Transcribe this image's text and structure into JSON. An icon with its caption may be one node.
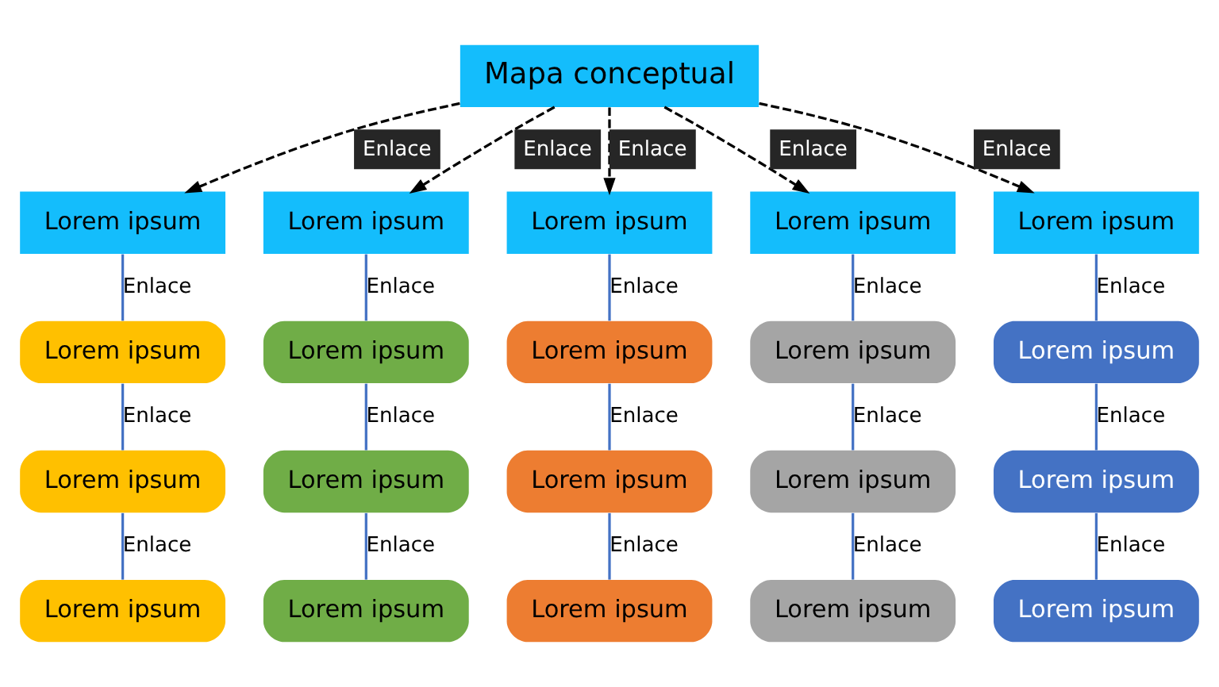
{
  "diagram": {
    "nodes": [
      {
        "text": [
          "Mapa conceptual"
        ]
      },
      {
        "text": [
          "Lorem ipsum"
        ]
      },
      {
        "text": [
          "Lorem ipsum"
        ]
      },
      {
        "text": [
          "Lorem ipsum"
        ]
      },
      {
        "text": [
          "Lorem ipsum"
        ]
      },
      {
        "text": [
          "Lorem ipsum"
        ]
      },
      {
        "text": [
          "Lorem ipsum"
        ]
      },
      {
        "text": [
          "Lorem ipsum"
        ]
      },
      {
        "text": [
          "Lorem ipsum"
        ]
      },
      {
        "text": [
          "Lorem ipsum"
        ]
      },
      {
        "text": [
          "Lorem ipsum"
        ]
      },
      {
        "text": [
          "Lorem ipsum"
        ]
      },
      {
        "text": [
          "Lorem ipsum"
        ]
      },
      {
        "text": [
          "Lorem ipsum"
        ]
      },
      {
        "text": [
          "Lorem ipsum"
        ]
      },
      {
        "text": [
          "Lorem ipsum"
        ]
      },
      {
        "text": [
          "Lorem ipsum"
        ]
      },
      {
        "text": [
          "Lorem ipsum"
        ]
      },
      {
        "text": [
          "Lorem ipsum"
        ]
      },
      {
        "text": [
          "Lorem ipsum"
        ]
      },
      {
        "text": [
          "Lorem ipsum"
        ]
      }
    ],
    "edges": [
      {
        "from": 0,
        "to": 1,
        "arrow": "to",
        "label": "Enlace",
        "style": "dashed",
        "color": "#000000"
      },
      {
        "from": 0,
        "to": 5,
        "arrow": "to",
        "label": "Enlace",
        "style": "dashed",
        "color": "#000000"
      },
      {
        "from": 0,
        "to": 9,
        "arrow": "to",
        "label": "Enlace",
        "style": "dashed",
        "color": "#000000"
      },
      {
        "from": 0,
        "to": 13,
        "arrow": "to",
        "label": "Enlace",
        "style": "dashed",
        "color": "#000000"
      },
      {
        "from": 0,
        "to": 17,
        "arrow": "to",
        "label": "Enlace",
        "style": "dashed",
        "color": "#000000"
      },
      {
        "from": 1,
        "to": 2,
        "arrow": "none",
        "label": "Enlace"
      },
      {
        "from": 2,
        "to": 3,
        "arrow": "none",
        "label": "Enlace"
      },
      {
        "from": 3,
        "to": 4,
        "arrow": "none",
        "label": "Enlace"
      },
      {
        "from": 5,
        "to": 6,
        "arrow": "none",
        "label": "Enlace"
      },
      {
        "from": 6,
        "to": 7,
        "arrow": "none",
        "label": "Enlace"
      },
      {
        "from": 7,
        "to": 8,
        "arrow": "none",
        "label": "Enlace"
      },
      {
        "from": 9,
        "to": 10,
        "arrow": "none",
        "label": "Enlace"
      },
      {
        "from": 10,
        "to": 11,
        "arrow": "none",
        "label": "Enlace"
      },
      {
        "from": 11,
        "to": 12,
        "arrow": "none",
        "label": "Enlace"
      },
      {
        "from": 13,
        "to": 14,
        "arrow": "none",
        "label": "Enlace"
      },
      {
        "from": 14,
        "to": 15,
        "arrow": "none",
        "label": "Enlace"
      },
      {
        "from": 15,
        "to": 16,
        "arrow": "none",
        "label": "Enlace"
      },
      {
        "from": 17,
        "to": 18,
        "arrow": "none",
        "label": "Enlace"
      },
      {
        "from": 18,
        "to": 19,
        "arrow": "none",
        "label": "Enlace"
      },
      {
        "from": 19,
        "to": 20,
        "arrow": "none",
        "label": "Enlace"
      }
    ]
  }
}
